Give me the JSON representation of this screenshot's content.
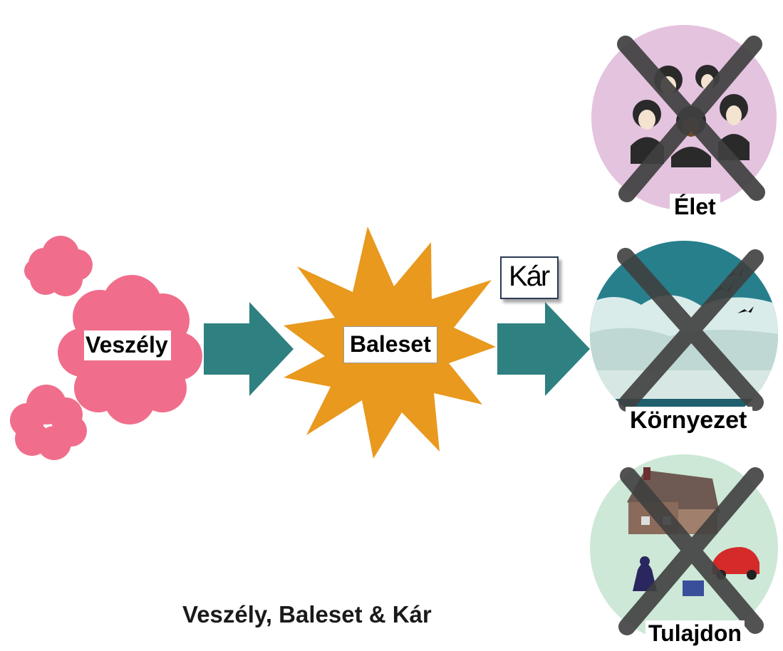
{
  "hazard_label": "Veszély",
  "accident_label": "Baleset",
  "damage_label": "Kár",
  "targets": {
    "life": "Élet",
    "environment": "Környezet",
    "property": "Tulajdon"
  },
  "caption": "Veszély, Baleset & Kár",
  "colors": {
    "cloud": "#f06e8c",
    "burst": "#e8991e",
    "arrow": "#2f8080",
    "cross": "#404040",
    "life_circle": "#e4c3df",
    "environment_sky": "#277f8c",
    "property_circle": "#cde8d6"
  }
}
